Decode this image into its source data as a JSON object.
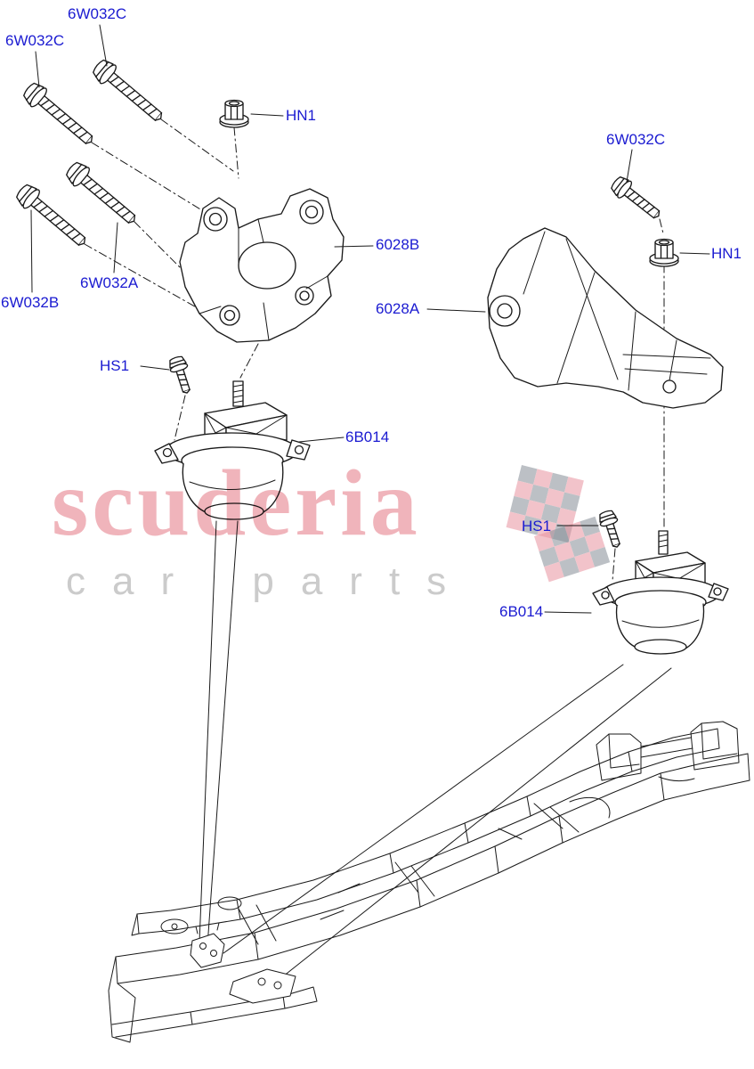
{
  "page": {
    "background": "#ffffff",
    "kind": "exploded-parts-diagram"
  },
  "colors": {
    "label_blue": "#1b1bd1",
    "line": "#1a1a1a",
    "watermark_pink": "#f0b4bb",
    "watermark_gray": "#cbcbcb",
    "flag_gray": "#868d96",
    "flag_pink": "#e8929f"
  },
  "watermark": {
    "brand": "scuderia",
    "tagline": "car parts"
  },
  "labels": [
    {
      "part": "6W032C",
      "text": "6W032C"
    },
    {
      "part": "6W032C",
      "text": "6W032C"
    },
    {
      "part": "HN1",
      "text": "HN1"
    },
    {
      "part": "6W032C",
      "text": "6W032C"
    },
    {
      "part": "HN1",
      "text": "HN1"
    },
    {
      "part": "6028B",
      "text": "6028B"
    },
    {
      "part": "6W032A",
      "text": "6W032A"
    },
    {
      "part": "6W032B",
      "text": "6W032B"
    },
    {
      "part": "6028A",
      "text": "6028A"
    },
    {
      "part": "HS1",
      "text": "HS1"
    },
    {
      "part": "6B014",
      "text": "6B014"
    },
    {
      "part": "HS1",
      "text": "HS1"
    },
    {
      "part": "6B014",
      "text": "6B014"
    }
  ]
}
